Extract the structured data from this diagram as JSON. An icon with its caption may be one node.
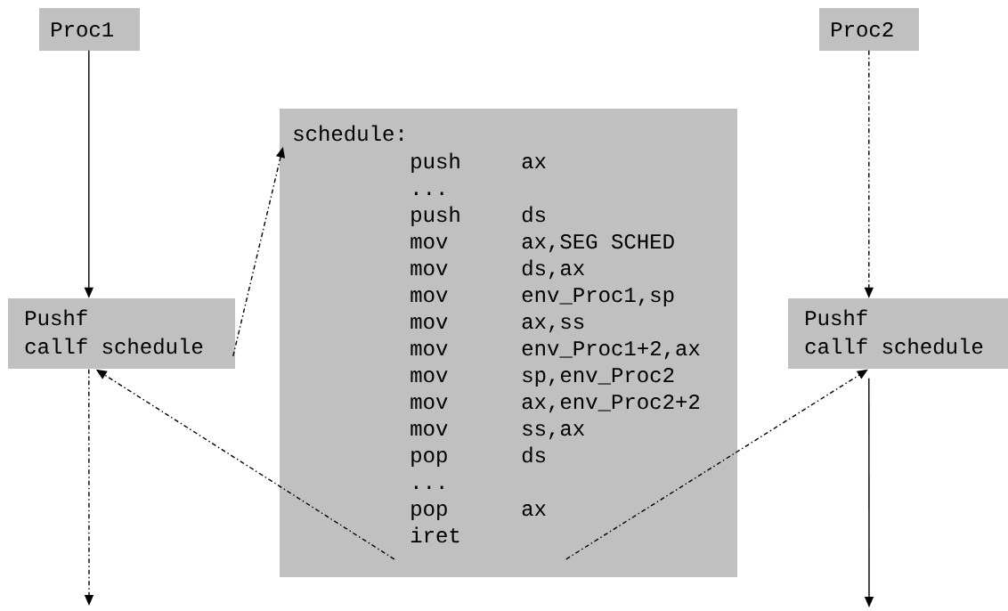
{
  "diagram": {
    "nodes": [
      {
        "text": [
          "Proc1"
        ]
      },
      {
        "text": [
          "Proc2"
        ]
      },
      {
        "text": [
          "schedule:",
          "push",
          "ax",
          "...",
          "push",
          "ds",
          "mov",
          "ax,SEG SCHED",
          "mov",
          "ds,ax",
          "mov",
          "env_Proc1,sp",
          "mov",
          "ax,ss",
          "mov",
          "env_Proc1+2,ax",
          "mov",
          "sp,env_Proc2",
          "mov",
          "ax,env_Proc2+2",
          "mov",
          "ss,ax",
          "pop",
          "ds",
          "...",
          "pop",
          "ax",
          "iret"
        ]
      },
      {
        "text": [
          "Pushf",
          "callf schedule"
        ]
      },
      {
        "text": [
          "Pushf",
          "callf schedule"
        ]
      }
    ],
    "edges": [
      {
        "from": 0,
        "to": 3,
        "arrow": "to"
      },
      {
        "from": 3,
        "to": 2,
        "arrow": "to",
        "style": "dashed"
      },
      {
        "from": 2,
        "to": 3,
        "arrow": "to",
        "style": "dashed"
      },
      {
        "from": 2,
        "to": 4,
        "arrow": "to",
        "style": "dashed"
      },
      {
        "from": 1,
        "to": 4,
        "arrow": "to",
        "style": "dashed"
      },
      {
        "from": 3,
        "to": null,
        "arrow": "to",
        "style": "dashed"
      },
      {
        "from": 4,
        "to": null,
        "arrow": "to"
      }
    ]
  }
}
